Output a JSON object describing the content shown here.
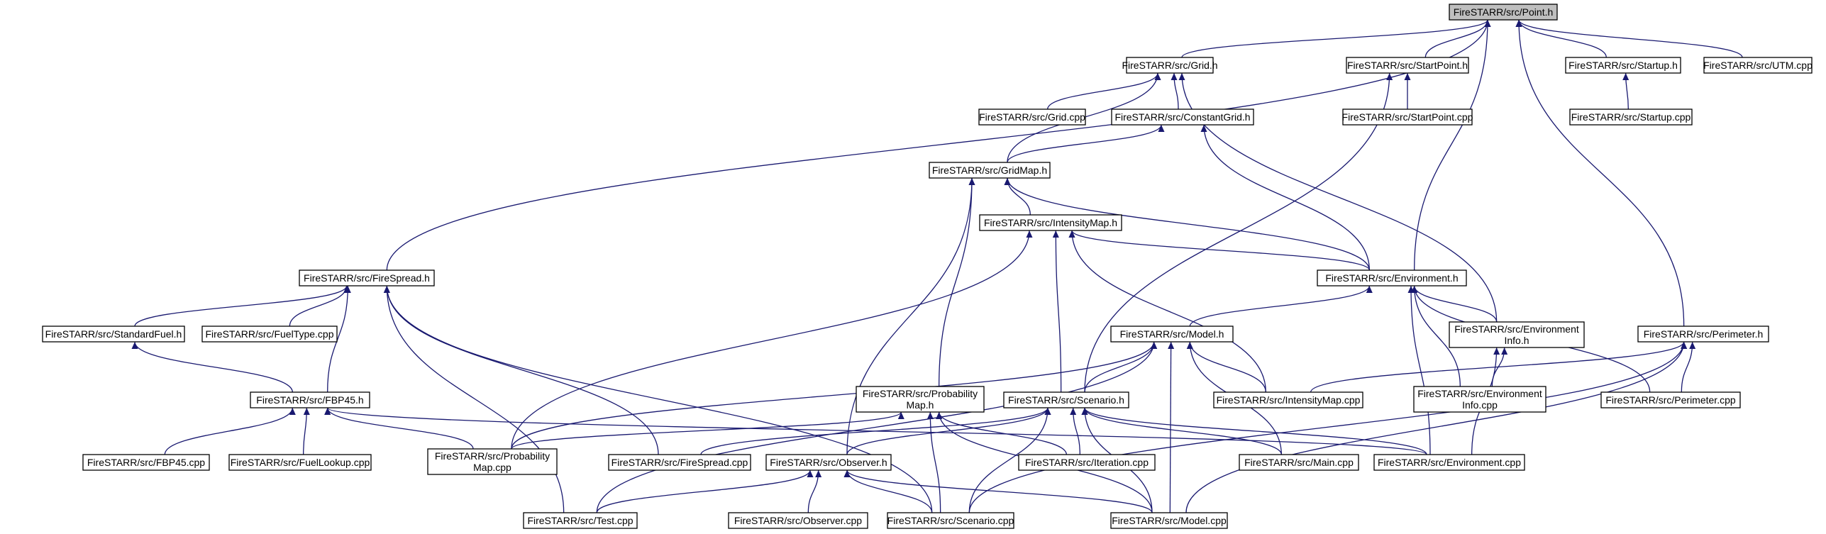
{
  "diagram": {
    "type": "include-dependency-graph",
    "edge_color": "#191970",
    "root_fill": "#bfbfbf",
    "nodes": {
      "point_h": [
        "FireSTARR/src/Point.h"
      ],
      "grid_h": [
        "FireSTARR/src/Grid.h"
      ],
      "startpoint_h": [
        "FireSTARR/src/StartPoint.h"
      ],
      "startup_h": [
        "FireSTARR/src/Startup.h"
      ],
      "utm_cpp": [
        "FireSTARR/src/UTM.cpp"
      ],
      "grid_cpp": [
        "FireSTARR/src/Grid.cpp"
      ],
      "constantgrid_h": [
        "FireSTARR/src/ConstantGrid.h"
      ],
      "startpoint_cpp": [
        "FireSTARR/src/StartPoint.cpp"
      ],
      "startup_cpp": [
        "FireSTARR/src/Startup.cpp"
      ],
      "gridmap_h": [
        "FireSTARR/src/GridMap.h"
      ],
      "intensitymap_h": [
        "FireSTARR/src/IntensityMap.h"
      ],
      "firespread_h": [
        "FireSTARR/src/FireSpread.h"
      ],
      "environment_h": [
        "FireSTARR/src/Environment.h"
      ],
      "standardfuel_h": [
        "FireSTARR/src/StandardFuel.h"
      ],
      "fueltype_cpp": [
        "FireSTARR/src/FuelType.cpp"
      ],
      "model_h": [
        "FireSTARR/src/Model.h"
      ],
      "environmentinfo_h": [
        "FireSTARR/src/Environment",
        "Info.h"
      ],
      "perimeter_h": [
        "FireSTARR/src/Perimeter.h"
      ],
      "fbp45_h": [
        "FireSTARR/src/FBP45.h"
      ],
      "probabilitymap_h": [
        "FireSTARR/src/Probability",
        "Map.h"
      ],
      "scenario_h": [
        "FireSTARR/src/Scenario.h"
      ],
      "intensitymap_cpp": [
        "FireSTARR/src/IntensityMap.cpp"
      ],
      "environmentinfo_cpp": [
        "FireSTARR/src/Environment",
        "Info.cpp"
      ],
      "perimeter_cpp": [
        "FireSTARR/src/Perimeter.cpp"
      ],
      "fbp45_cpp": [
        "FireSTARR/src/FBP45.cpp"
      ],
      "fuellookup_cpp": [
        "FireSTARR/src/FuelLookup.cpp"
      ],
      "probabilitymap_cpp": [
        "FireSTARR/src/Probability",
        "Map.cpp"
      ],
      "firespread_cpp": [
        "FireSTARR/src/FireSpread.cpp"
      ],
      "observer_h": [
        "FireSTARR/src/Observer.h"
      ],
      "iteration_cpp": [
        "FireSTARR/src/Iteration.cpp"
      ],
      "main_cpp": [
        "FireSTARR/src/Main.cpp"
      ],
      "environment_cpp": [
        "FireSTARR/src/Environment.cpp"
      ],
      "test_cpp": [
        "FireSTARR/src/Test.cpp"
      ],
      "observer_cpp": [
        "FireSTARR/src/Observer.cpp"
      ],
      "scenario_cpp": [
        "FireSTARR/src/Scenario.cpp"
      ],
      "model_cpp": [
        "FireSTARR/src/Model.cpp"
      ]
    },
    "edges": [
      [
        "grid_h",
        "point_h"
      ],
      [
        "startpoint_h",
        "point_h"
      ],
      [
        "startup_h",
        "point_h"
      ],
      [
        "utm_cpp",
        "point_h"
      ],
      [
        "firespread_h",
        "point_h"
      ],
      [
        "environment_h",
        "point_h"
      ],
      [
        "perimeter_h",
        "point_h"
      ],
      [
        "grid_cpp",
        "grid_h"
      ],
      [
        "constantgrid_h",
        "grid_h"
      ],
      [
        "gridmap_h",
        "grid_h"
      ],
      [
        "environmentinfo_h",
        "grid_h"
      ],
      [
        "startpoint_cpp",
        "startpoint_h"
      ],
      [
        "scenario_h",
        "startpoint_h"
      ],
      [
        "startup_cpp",
        "startup_h"
      ],
      [
        "gridmap_h",
        "constantgrid_h"
      ],
      [
        "environment_h",
        "constantgrid_h"
      ],
      [
        "intensitymap_h",
        "gridmap_h"
      ],
      [
        "environment_h",
        "gridmap_h"
      ],
      [
        "probabilitymap_h",
        "gridmap_h"
      ],
      [
        "observer_h",
        "gridmap_h"
      ],
      [
        "environment_h",
        "intensitymap_h"
      ],
      [
        "scenario_h",
        "intensitymap_h"
      ],
      [
        "intensitymap_cpp",
        "intensitymap_h"
      ],
      [
        "probabilitymap_cpp",
        "intensitymap_h"
      ],
      [
        "standardfuel_h",
        "firespread_h"
      ],
      [
        "fueltype_cpp",
        "firespread_h"
      ],
      [
        "fbp45_h",
        "firespread_h"
      ],
      [
        "firespread_cpp",
        "firespread_h"
      ],
      [
        "scenario_cpp",
        "firespread_h"
      ],
      [
        "test_cpp",
        "firespread_h"
      ],
      [
        "model_h",
        "environment_h"
      ],
      [
        "environmentinfo_h",
        "environment_h"
      ],
      [
        "environmentinfo_cpp",
        "environment_h"
      ],
      [
        "environment_cpp",
        "environment_h"
      ],
      [
        "perimeter_cpp",
        "environment_h"
      ],
      [
        "fbp45_h",
        "standardfuel_h"
      ],
      [
        "scenario_h",
        "model_h"
      ],
      [
        "probabilitymap_cpp",
        "model_h"
      ],
      [
        "intensitymap_cpp",
        "model_h"
      ],
      [
        "main_cpp",
        "model_h"
      ],
      [
        "model_cpp",
        "model_h"
      ],
      [
        "test_cpp",
        "model_h"
      ],
      [
        "environmentinfo_cpp",
        "environmentinfo_h"
      ],
      [
        "environment_cpp",
        "environmentinfo_h"
      ],
      [
        "intensitymap_cpp",
        "perimeter_h"
      ],
      [
        "perimeter_cpp",
        "perimeter_h"
      ],
      [
        "scenario_cpp",
        "perimeter_h"
      ],
      [
        "model_cpp",
        "perimeter_h"
      ],
      [
        "fbp45_cpp",
        "fbp45_h"
      ],
      [
        "fuellookup_cpp",
        "fbp45_h"
      ],
      [
        "probabilitymap_cpp",
        "fbp45_h"
      ],
      [
        "environment_cpp",
        "fbp45_h"
      ],
      [
        "probabilitymap_cpp",
        "probabilitymap_h"
      ],
      [
        "scenario_cpp",
        "probabilitymap_h"
      ],
      [
        "model_cpp",
        "probabilitymap_h"
      ],
      [
        "iteration_cpp",
        "probabilitymap_h"
      ],
      [
        "firespread_cpp",
        "scenario_h"
      ],
      [
        "observer_h",
        "scenario_h"
      ],
      [
        "iteration_cpp",
        "scenario_h"
      ],
      [
        "main_cpp",
        "scenario_h"
      ],
      [
        "environment_cpp",
        "scenario_h"
      ],
      [
        "scenario_cpp",
        "scenario_h"
      ],
      [
        "model_cpp",
        "scenario_h"
      ],
      [
        "test_cpp",
        "observer_h"
      ],
      [
        "observer_cpp",
        "observer_h"
      ],
      [
        "scenario_cpp",
        "observer_h"
      ],
      [
        "model_cpp",
        "observer_h"
      ]
    ]
  }
}
